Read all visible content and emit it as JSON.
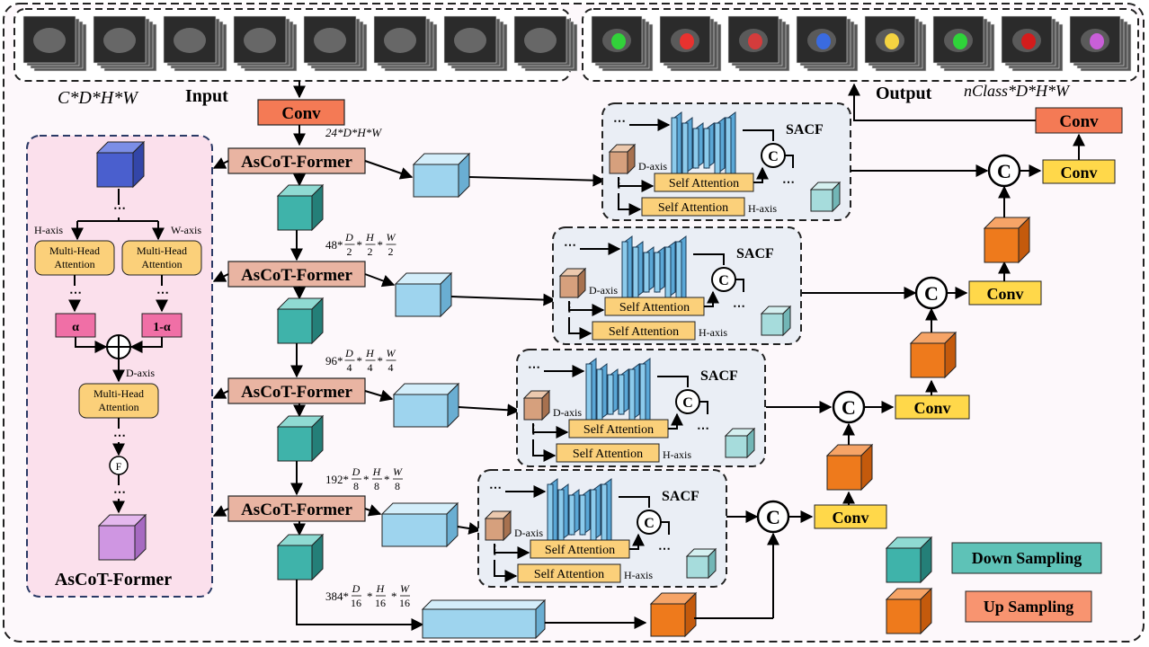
{
  "input": {
    "label": "Input",
    "dims": "C*D*H*W",
    "slice_count": 8
  },
  "output": {
    "label": "Output",
    "dims": "nClass*D*H*W",
    "slice_count": 8
  },
  "encoder": {
    "conv_label": "Conv",
    "former_label": "AsCoT-Former",
    "dims": [
      "24*D*H*W",
      "48*D/2*H/2*W/2",
      "96*D/4*H/4*W/4",
      "192*D/8*H/8*W/8",
      "384*D/16*H/16*W/16"
    ],
    "dims_parts": [
      {
        "ch": "24",
        "den": ""
      },
      {
        "ch": "48",
        "den": "2"
      },
      {
        "ch": "96",
        "den": "4"
      },
      {
        "ch": "192",
        "den": "8"
      },
      {
        "ch": "384",
        "den": "16"
      }
    ]
  },
  "sacf": {
    "title": "SACF",
    "self_attention": "Self Attention",
    "d_axis": "D-axis",
    "h_axis": "H-axis",
    "concat": "C"
  },
  "decoder": {
    "conv_label": "Conv",
    "concat": "C"
  },
  "ascot_detail": {
    "title": "AsCoT-Former",
    "h_axis": "H-axis",
    "w_axis": "W-axis",
    "d_axis": "D-axis",
    "mha_line1": "Multi-Head",
    "mha_line2": "Attention",
    "alpha": "α",
    "one_minus_alpha": "1-α",
    "fuse": "F"
  },
  "legend": {
    "down": "Down Sampling",
    "up": "Up Sampling"
  },
  "colors": {
    "conv_top": "#f47a55",
    "former": "#e9b4a2",
    "teal_cube": "#3fb3aa",
    "blue_cube": "#9ed4ee",
    "orange_cube": "#ee7a1c",
    "yellow_conv": "#ffd84a",
    "sacf_bg": "#eaeef5",
    "detail_bg": "#fbe0ec",
    "self_attn": "#fbd07a",
    "tan_cube": "#d6a07d",
    "unet_blue": "#5aa7d6"
  }
}
